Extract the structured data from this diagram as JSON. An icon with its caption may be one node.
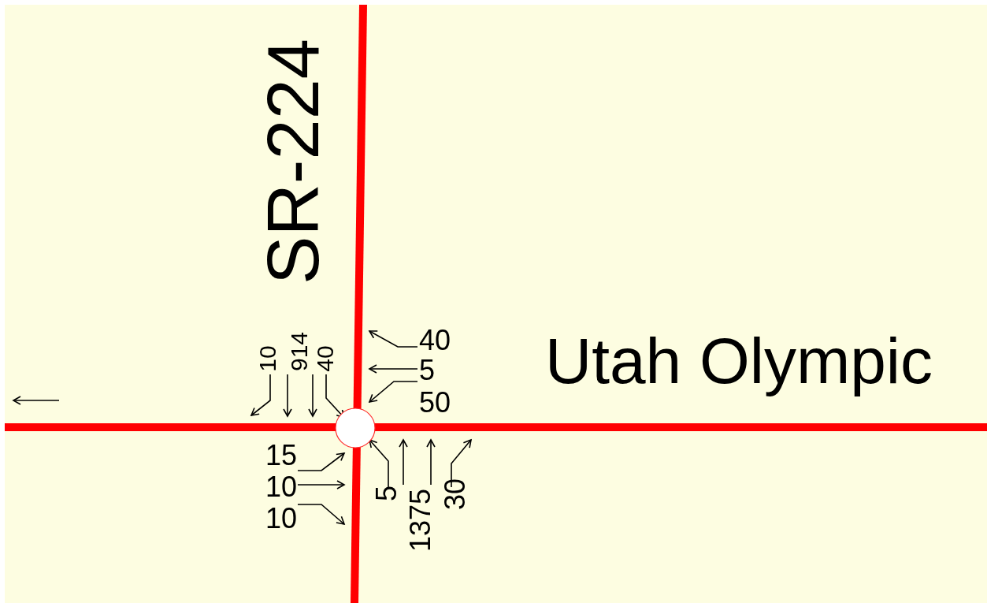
{
  "diagram": {
    "nodes": [
      {
        "text": [],
        "shape": "circle"
      }
    ],
    "edges": [],
    "labels": [
      "SR-224",
      "10",
      "914",
      "40",
      "40",
      "5",
      "50",
      "Utah Olympic",
      "15",
      "10",
      "10",
      "5",
      "1375",
      "30"
    ]
  }
}
